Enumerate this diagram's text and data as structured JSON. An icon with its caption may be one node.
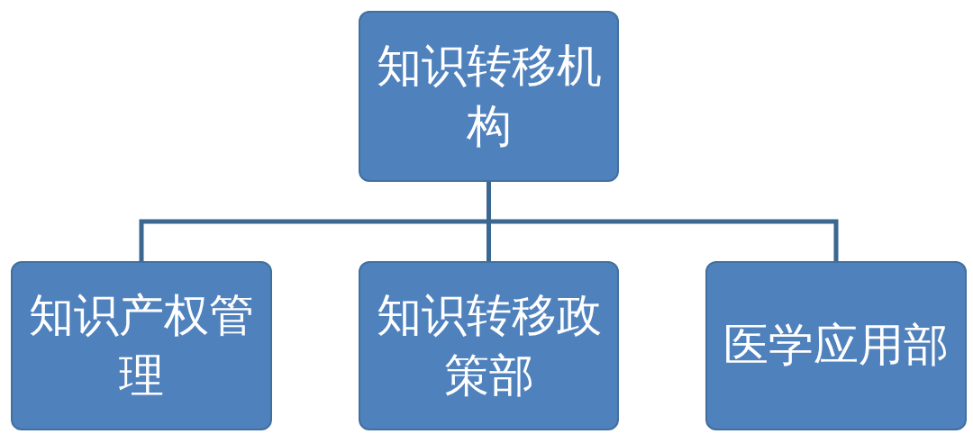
{
  "diagram": {
    "nodes": [
      {
        "text": [
          "知识转移机构"
        ]
      },
      {
        "text": [
          "知识产权管理"
        ]
      },
      {
        "text": [
          "知识转移政策部"
        ]
      },
      {
        "text": [
          "医学应用部"
        ]
      }
    ],
    "edges": [
      {
        "from": 0,
        "to": 1,
        "arrow": "none"
      },
      {
        "from": 0,
        "to": 2,
        "arrow": "none"
      },
      {
        "from": 0,
        "to": 3,
        "arrow": "none"
      }
    ]
  }
}
